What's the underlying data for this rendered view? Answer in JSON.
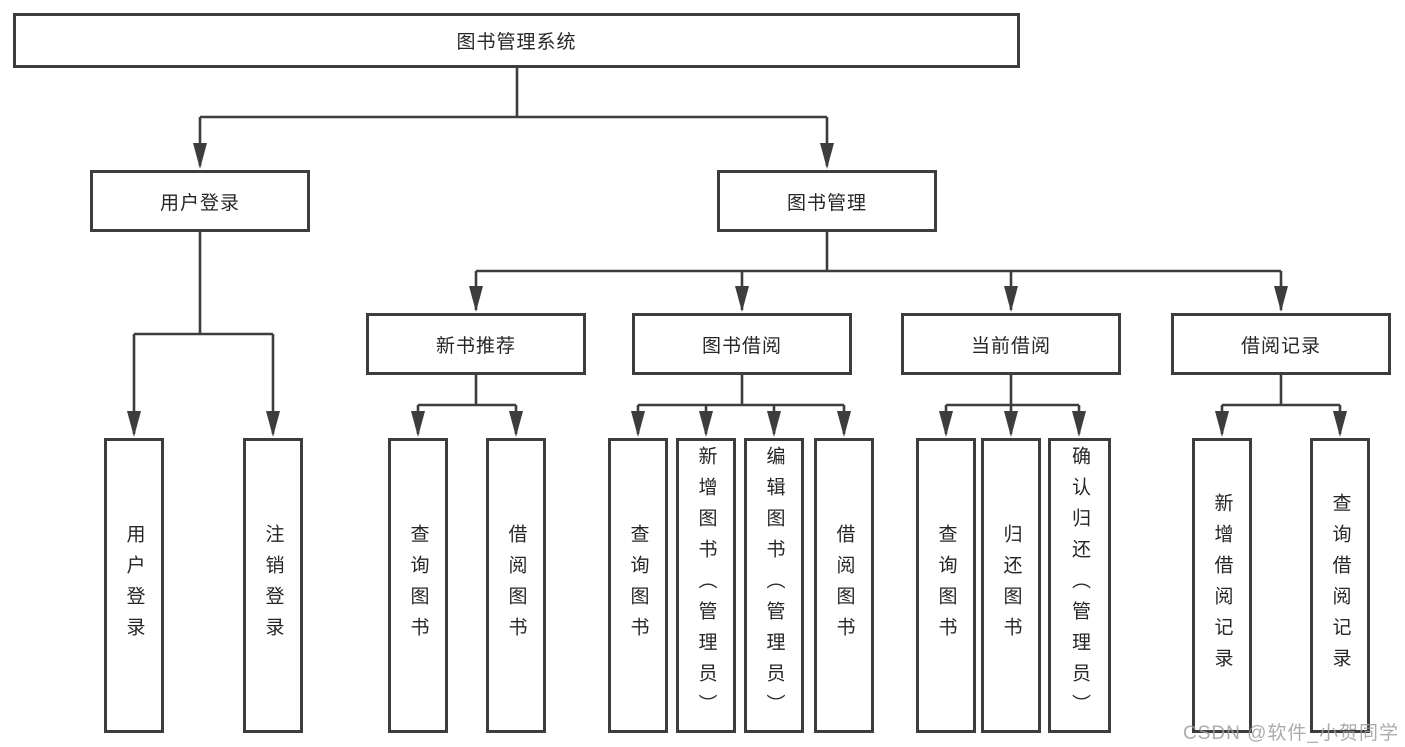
{
  "colors": {
    "line": "#3d3d3d",
    "text": "#262626",
    "box_background": "#ffffff",
    "watermark": "#9e9e9e"
  },
  "watermark": "CSDN @软件_小贺同学",
  "tree": {
    "root": {
      "label": "图书管理系统"
    },
    "branches": [
      {
        "label": "用户登录",
        "children": [
          {
            "label": "用户登录"
          },
          {
            "label": "注销登录"
          }
        ]
      },
      {
        "label": "图书管理",
        "children": [
          {
            "label": "新书推荐",
            "children": [
              {
                "label": "查询图书"
              },
              {
                "label": "借阅图书"
              }
            ]
          },
          {
            "label": "图书借阅",
            "children": [
              {
                "label": "查询图书"
              },
              {
                "label": "新增图书（管理员）"
              },
              {
                "label": "编辑图书（管理员）"
              },
              {
                "label": "借阅图书"
              }
            ]
          },
          {
            "label": "当前借阅",
            "children": [
              {
                "label": "查询图书"
              },
              {
                "label": "归还图书"
              },
              {
                "label": "确认归还（管理员）"
              }
            ]
          },
          {
            "label": "借阅记录",
            "children": [
              {
                "label": "新增借阅记录"
              },
              {
                "label": "查询借阅记录"
              }
            ]
          }
        ]
      }
    ]
  }
}
